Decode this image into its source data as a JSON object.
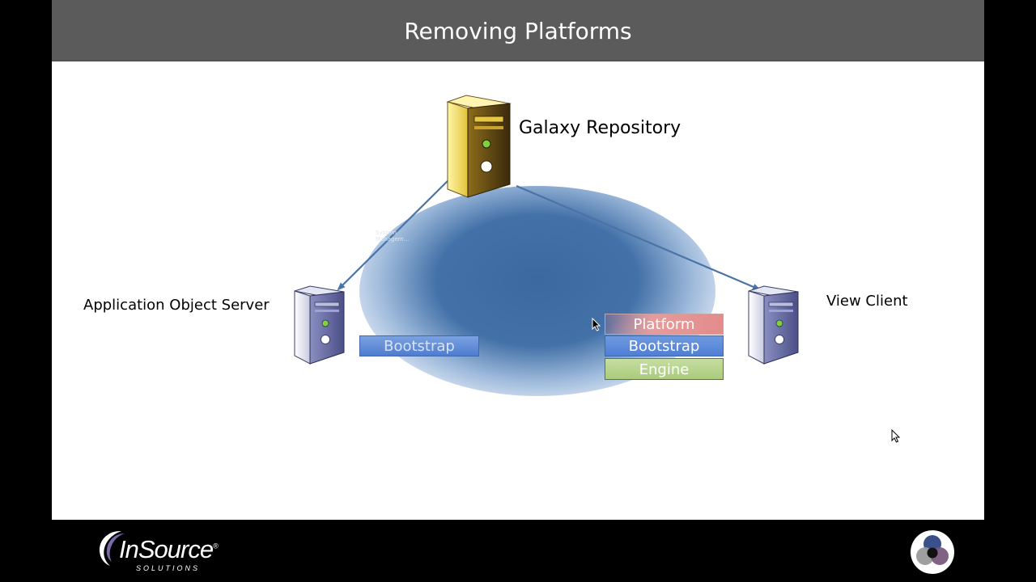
{
  "slide": {
    "title": "Removing Platforms"
  },
  "diagram": {
    "nodes": {
      "galaxy_repository": {
        "label": "Galaxy Repository",
        "icon": "server-icon-yellow"
      },
      "application_object_server": {
        "label": "Application Object Server",
        "icon": "server-icon-gray"
      },
      "view_client": {
        "label": "View Client",
        "icon": "server-icon-gray"
      }
    },
    "left_stack": [
      "Bootstrap"
    ],
    "right_stack": [
      "Platform",
      "Bootstrap",
      "Engine"
    ],
    "ghost_icon_text": [
      "System",
      "Managem..."
    ]
  },
  "footer": {
    "logo_main": "InSource",
    "logo_sub": "SOLUTIONS",
    "logo_reg": "®"
  },
  "colors": {
    "title_bar": "#5b5b5b",
    "platform": "#e38c8c",
    "bootstrap": "#4f7fd4",
    "engine": "#aacb7c",
    "connector": "#4a74a8",
    "blob": "#3f6ea6"
  }
}
